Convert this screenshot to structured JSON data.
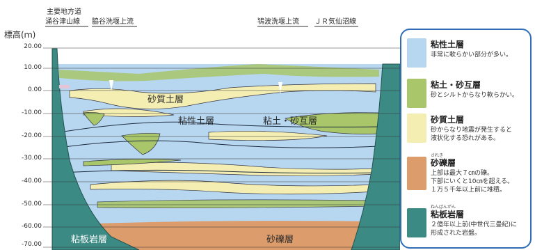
{
  "header": {
    "y_axis_title": "標高(ｍ)",
    "road_label_line1": "主要地方道",
    "road_label_line2": "涌谷津山線",
    "weir1_label": "脇谷洗堰上流",
    "weir2_label": "鴇波洗堰上流",
    "rail_label": "ＪＲ気仙沼線"
  },
  "y_ticks": [
    "20.00",
    "10.00",
    "0.00",
    "-10.00",
    "-20.00",
    "-30.00",
    "-40.00",
    "-50.00",
    "-60.00",
    "-70.00"
  ],
  "layers": {
    "clay": "粘性土層",
    "sand_top": "砂質土層",
    "clay_sand": "粘土・砂互層",
    "slate": "粘板岩層",
    "gravel": "砂礫層"
  },
  "colors": {
    "clay": "#b7d6f0",
    "clay_sand": "#a9c76a",
    "sand": "#f4eeb2",
    "gravel": "#dc9c6c",
    "slate": "#3c8a84",
    "legend_border": "#2f6db5",
    "pink": "#e7c3d8"
  },
  "legend": [
    {
      "title": "粘性土層",
      "desc": "非常に軟らかい部分が多い。",
      "color_key": "clay"
    },
    {
      "title": "粘土・砂互層",
      "desc": "砂とシルトからなり軟らかい。",
      "color_key": "clay_sand"
    },
    {
      "title": "砂質土層",
      "desc": "砂からなり地震が発生すると\n液状化する恐れがある。",
      "color_key": "sand"
    },
    {
      "title": "砂礫層",
      "ruby": "されき",
      "desc": "上部は最大７㎝の礫。\n下部にいくと10㎝を超える。\n１万５千年以上前に堆積。",
      "color_key": "gravel"
    },
    {
      "title": "粘板岩層",
      "ruby": "ねんばんがん",
      "desc": "２億年以上前(中世代三畳紀)に\n形成された岩盤。",
      "color_key": "slate"
    }
  ]
}
